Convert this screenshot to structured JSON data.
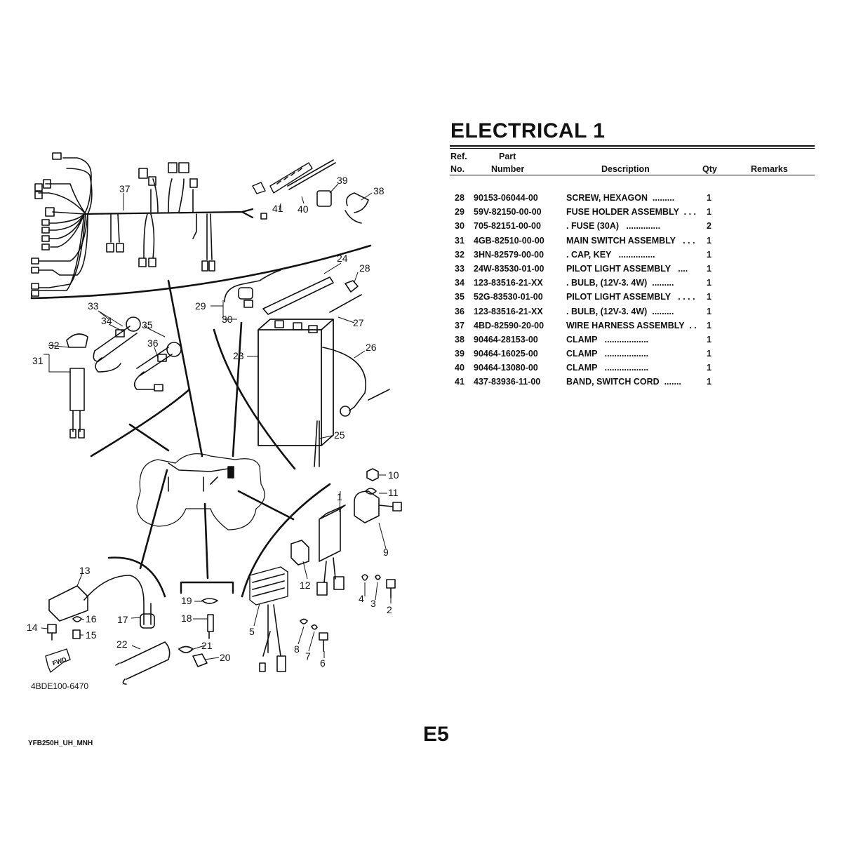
{
  "title": "ELECTRICAL 1",
  "page_number": "E5",
  "model_code": "YFB250H_UH_MNH",
  "diagram": {
    "code": "4BDE100-6470",
    "fwd_label": "FWD"
  },
  "table": {
    "headers": {
      "ref_line1": "Ref.",
      "ref_line2": "No.",
      "part_line1": "Part",
      "part_line2": "Number",
      "description": "Description",
      "qty": "Qty",
      "remarks": "Remarks"
    },
    "rows": [
      {
        "ref": "28",
        "part": "90153-06044-00",
        "desc": "SCREW, HEXAGON  .........",
        "qty": "1"
      },
      {
        "ref": "29",
        "part": "59V-82150-00-00",
        "desc": "FUSE HOLDER ASSEMBLY  . . .",
        "qty": "1"
      },
      {
        "ref": "30",
        "part": "705-82151-00-00",
        "desc": ". FUSE (30A)   ..............",
        "qty": "2"
      },
      {
        "ref": "31",
        "part": "4GB-82510-00-00",
        "desc": "MAIN SWITCH ASSEMBLY   . . .",
        "qty": "1"
      },
      {
        "ref": "32",
        "part": "3HN-82579-00-00",
        "desc": ". CAP, KEY   ...............",
        "qty": "1"
      },
      {
        "ref": "33",
        "part": "24W-83530-01-00",
        "desc": "PILOT LIGHT ASSEMBLY   ....",
        "qty": "1"
      },
      {
        "ref": "34",
        "part": "123-83516-21-XX",
        "desc": ". BULB, (12V-3. 4W)  .........",
        "qty": "1"
      },
      {
        "ref": "35",
        "part": "52G-83530-01-00",
        "desc": "PILOT LIGHT ASSEMBLY   . . . .",
        "qty": "1"
      },
      {
        "ref": "36",
        "part": "123-83516-21-XX",
        "desc": ". BULB, (12V-3. 4W)  .........",
        "qty": "1"
      },
      {
        "ref": "37",
        "part": "4BD-82590-20-00",
        "desc": "WIRE HARNESS ASSEMBLY  . .",
        "qty": "1"
      },
      {
        "ref": "38",
        "part": "90464-28153-00",
        "desc": "CLAMP   ..................",
        "qty": "1"
      },
      {
        "ref": "39",
        "part": "90464-16025-00",
        "desc": "CLAMP   ..................",
        "qty": "1"
      },
      {
        "ref": "40",
        "part": "90464-13080-00",
        "desc": "CLAMP   ..................",
        "qty": "1"
      },
      {
        "ref": "41",
        "part": "437-83936-11-00",
        "desc": "BAND, SWITCH CORD  .......",
        "qty": "1"
      }
    ]
  },
  "callouts": [
    "1",
    "2",
    "3",
    "4",
    "5",
    "6",
    "7",
    "8",
    "9",
    "10",
    "11",
    "12",
    "13",
    "14",
    "15",
    "16",
    "17",
    "18",
    "19",
    "20",
    "21",
    "22",
    "23",
    "24",
    "25",
    "26",
    "27",
    "28",
    "29",
    "30",
    "31",
    "32",
    "33",
    "34",
    "35",
    "36",
    "37",
    "38",
    "39",
    "40",
    "41"
  ]
}
